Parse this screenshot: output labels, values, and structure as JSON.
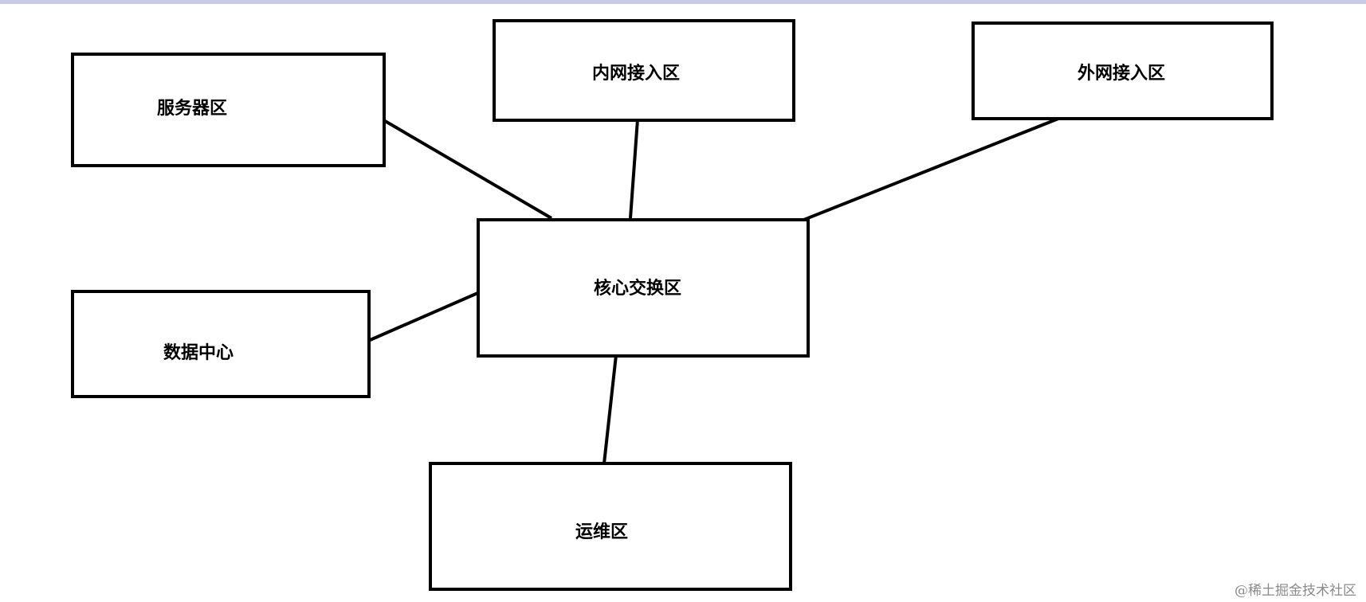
{
  "diagram": {
    "nodes": [
      {
        "id": "server",
        "label": "服务器区"
      },
      {
        "id": "intranet",
        "label": "内网接入区"
      },
      {
        "id": "extranet",
        "label": "外网接入区"
      },
      {
        "id": "core",
        "label": "核心交换区"
      },
      {
        "id": "datacenter",
        "label": "数据中心"
      },
      {
        "id": "ops",
        "label": "运维区"
      }
    ],
    "edges": [
      {
        "from": "server",
        "to": "core"
      },
      {
        "from": "intranet",
        "to": "core"
      },
      {
        "from": "extranet",
        "to": "core"
      },
      {
        "from": "datacenter",
        "to": "core"
      },
      {
        "from": "core",
        "to": "ops"
      }
    ],
    "colors": {
      "stroke": "#000000",
      "background": "#ffffff",
      "top_strip": "#c8cbe3",
      "watermark": "#8a8a8a"
    }
  },
  "watermark": "@稀土掘金技术社区"
}
